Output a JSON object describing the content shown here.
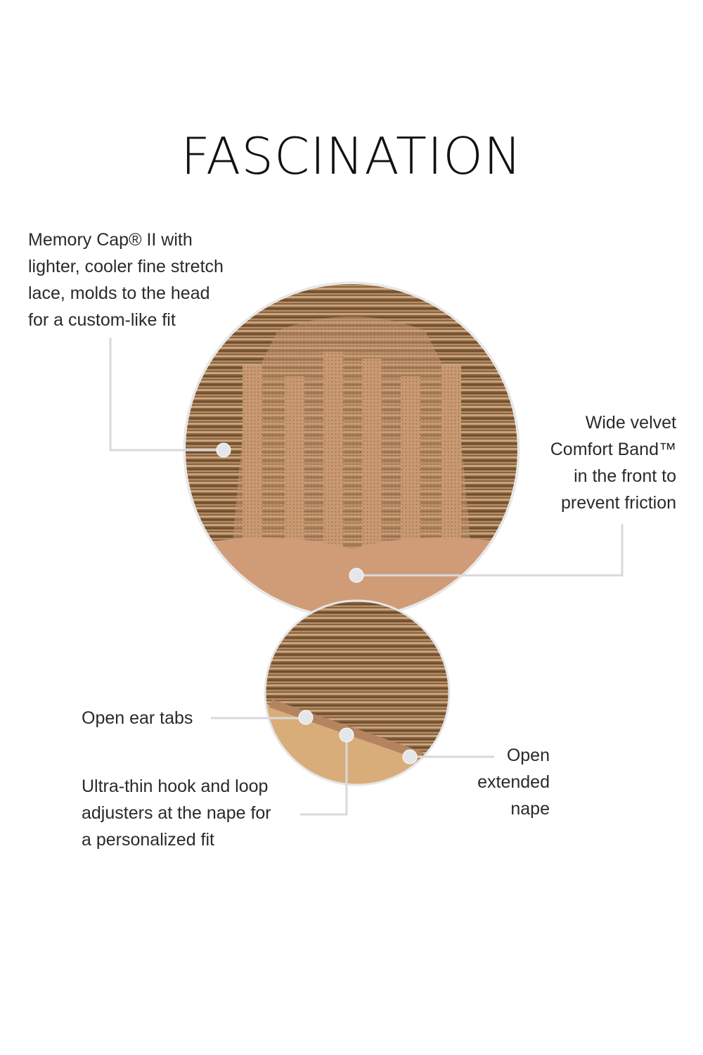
{
  "title": "FASCINATION",
  "callouts": {
    "memory_cap": "Memory Cap® II with\nlighter, cooler fine stretch\nlace, molds to the head\nfor a custom-like fit",
    "comfort_band": "Wide velvet\nComfort Band™\nin the front to\nprevent friction",
    "ear_tabs": "Open ear tabs",
    "hook_loop": "Ultra-thin hook and loop\nadjusters at the nape for\na personalized fit",
    "nape": "Open\nextended\nnape"
  },
  "colors": {
    "cap_base": "#9b7550",
    "lace": "#c99a72",
    "band": "#d19c78",
    "leader": "#d9d9d9"
  }
}
